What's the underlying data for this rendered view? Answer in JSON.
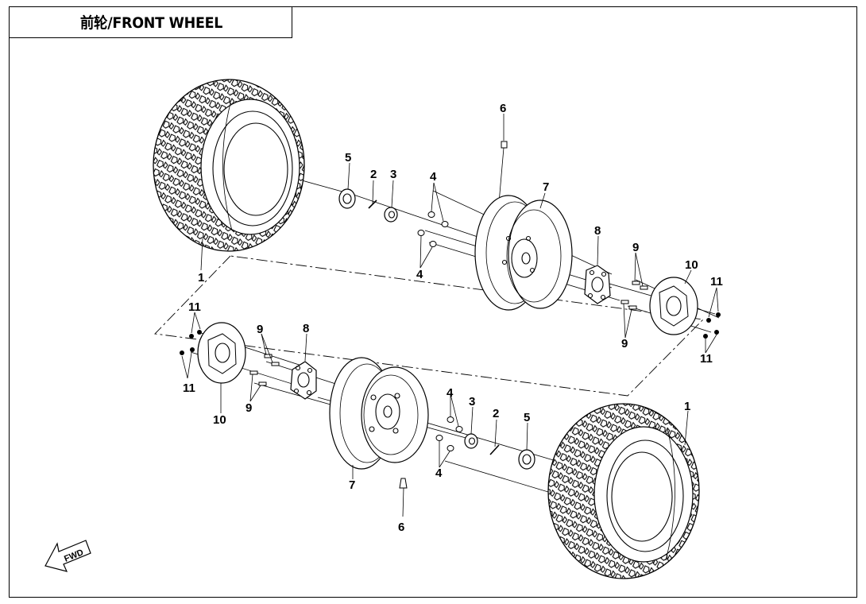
{
  "title": "前轮/FRONT WHEEL",
  "fwd_label": "FWD",
  "callouts": {
    "upper": [
      {
        "id": "u1",
        "text": "1"
      },
      {
        "id": "u2",
        "text": "2"
      },
      {
        "id": "u3",
        "text": "3"
      },
      {
        "id": "u4a",
        "text": "4"
      },
      {
        "id": "u4b",
        "text": "4"
      },
      {
        "id": "u5",
        "text": "5"
      },
      {
        "id": "u6",
        "text": "6"
      },
      {
        "id": "u7",
        "text": "7"
      },
      {
        "id": "u8",
        "text": "8"
      },
      {
        "id": "u9a",
        "text": "9"
      },
      {
        "id": "u9b",
        "text": "9"
      },
      {
        "id": "u10",
        "text": "10"
      },
      {
        "id": "u11a",
        "text": "11"
      },
      {
        "id": "u11b",
        "text": "11"
      }
    ],
    "lower": [
      {
        "id": "l1",
        "text": "1"
      },
      {
        "id": "l2",
        "text": "2"
      },
      {
        "id": "l3",
        "text": "3"
      },
      {
        "id": "l4a",
        "text": "4"
      },
      {
        "id": "l4b",
        "text": "4"
      },
      {
        "id": "l5",
        "text": "5"
      },
      {
        "id": "l6",
        "text": "6"
      },
      {
        "id": "l7",
        "text": "7"
      },
      {
        "id": "l8",
        "text": "8"
      },
      {
        "id": "l9a",
        "text": "9"
      },
      {
        "id": "l9b",
        "text": "9"
      },
      {
        "id": "l10",
        "text": "10"
      },
      {
        "id": "l11a",
        "text": "11"
      },
      {
        "id": "l11b",
        "text": "11"
      }
    ]
  }
}
